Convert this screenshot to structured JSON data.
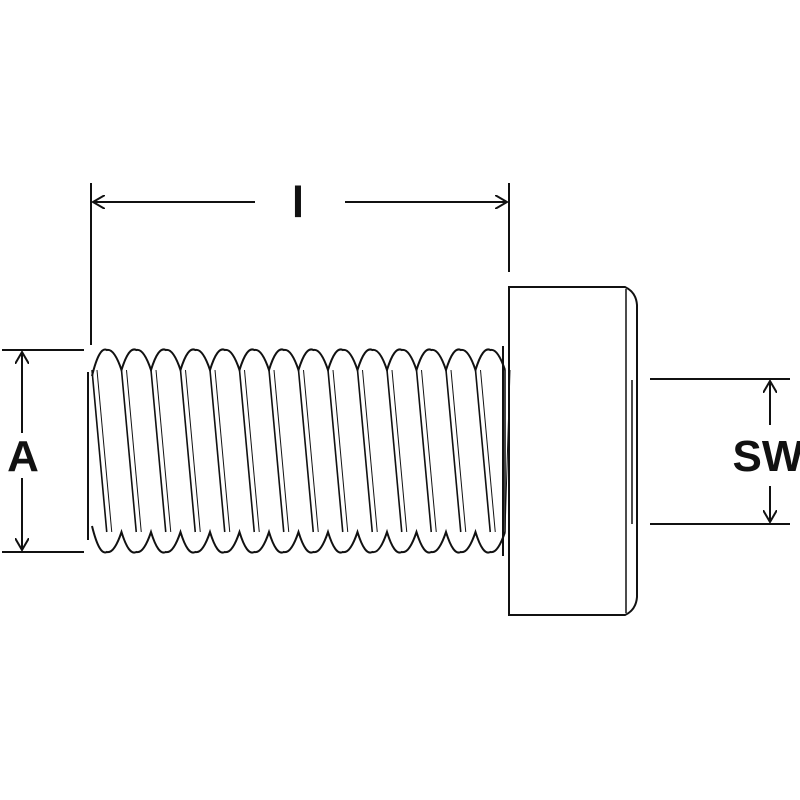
{
  "dimensions": {
    "length_label": "l",
    "thread_diameter_label": "A",
    "socket_width_label": "SW"
  },
  "colors": {
    "line": "#111111",
    "background": "#ffffff"
  }
}
